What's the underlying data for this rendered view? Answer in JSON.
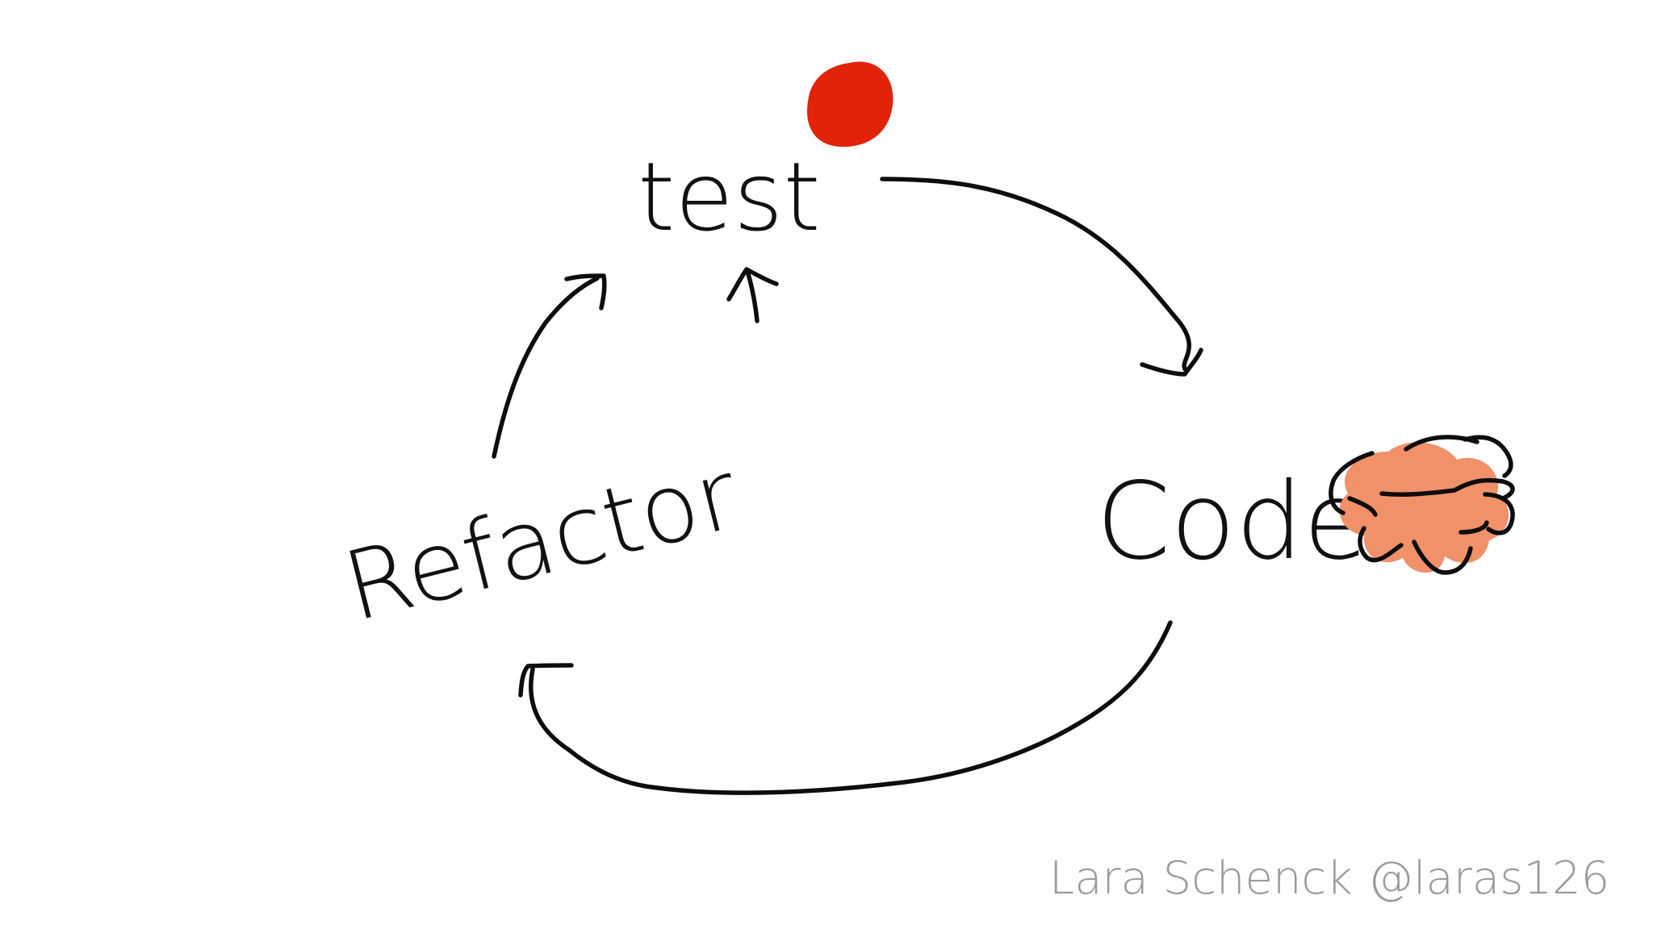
{
  "diagram": {
    "nodes": {
      "test": {
        "label": "test",
        "marker_color": "#e1230a"
      },
      "code": {
        "label": "Code",
        "marker_color": "#f0916a"
      },
      "refactor": {
        "label": "Refactor"
      }
    },
    "edges": [
      {
        "from": "test",
        "to": "code"
      },
      {
        "from": "code",
        "to": "refactor"
      },
      {
        "from": "refactor",
        "to": "test"
      }
    ],
    "credit": {
      "author": "Lara Schenck",
      "handle": "@laras126"
    }
  }
}
